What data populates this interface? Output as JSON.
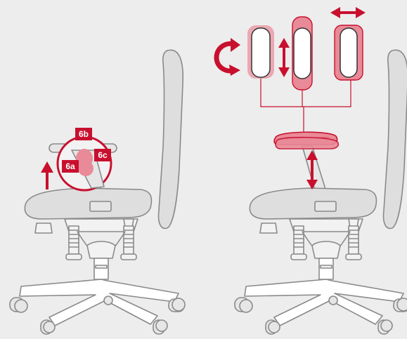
{
  "labels": {
    "lever_a": "6a",
    "lever_b": "6b",
    "lever_c": "6c"
  },
  "colors": {
    "background": "#ededed",
    "accent": "#c8102e",
    "accent_light": "#e98a98",
    "chair_fill": "#dedede",
    "outline": "#8a8a8a"
  },
  "icons": [
    "arrow-up-icon",
    "rotate-arrow-icon",
    "double-arrow-vertical-icon",
    "double-arrow-horizontal-icon"
  ]
}
